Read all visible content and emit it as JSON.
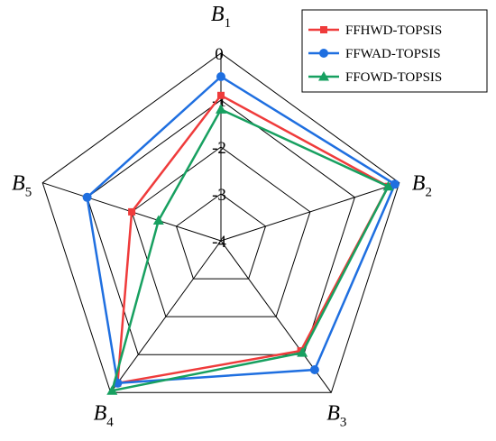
{
  "chart_data": {
    "type": "radar",
    "axes": [
      {
        "letter": "B",
        "sub": "1"
      },
      {
        "letter": "B",
        "sub": "2"
      },
      {
        "letter": "B",
        "sub": "3"
      },
      {
        "letter": "B",
        "sub": "4"
      },
      {
        "letter": "B",
        "sub": "5"
      }
    ],
    "rlim": [
      -4,
      0
    ],
    "ticks": [
      "0",
      "-1",
      "-2",
      "-3",
      "-4"
    ],
    "tick_values": [
      0,
      -1,
      -2,
      -3,
      -4
    ],
    "grid": true,
    "legend_position": "top-right",
    "series": [
      {
        "name": "FFHWD-TOPSIS",
        "color": "#ef3b3b",
        "marker": "square",
        "values": [
          -0.9,
          -0.25,
          -1.1,
          -0.25,
          -2.0
        ]
      },
      {
        "name": "FFWAD-TOPSIS",
        "color": "#1f6fe0",
        "marker": "circle",
        "values": [
          -0.5,
          -0.1,
          -0.6,
          -0.25,
          -1.0
        ]
      },
      {
        "name": "FFOWD-TOPSIS",
        "color": "#17a060",
        "marker": "triangle",
        "values": [
          -1.2,
          -0.25,
          -1.05,
          -0.05,
          -2.6
        ]
      }
    ]
  }
}
